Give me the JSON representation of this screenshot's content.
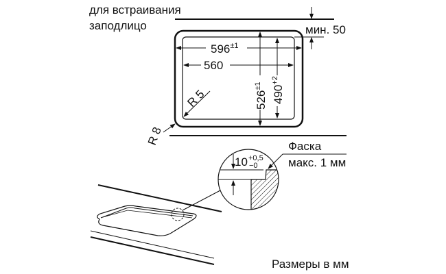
{
  "labels": {
    "flush_line1": "для встраивания",
    "flush_line2": "заподлицо",
    "min_gap": "мин. 50",
    "width_outer": "596",
    "width_outer_tol": "±1",
    "width_inner": "560",
    "depth_outer": "526",
    "depth_outer_tol": "±1",
    "depth_inner": "490",
    "depth_inner_tol": "+2",
    "radius_inner": "R 5",
    "radius_outer": "R 8",
    "step": "10",
    "step_tol_plus": "+0,5",
    "step_tol_minus": "−0",
    "chamfer": "Фаска",
    "chamfer_max": "макс. 1 мм",
    "units": "Размеры в мм"
  }
}
